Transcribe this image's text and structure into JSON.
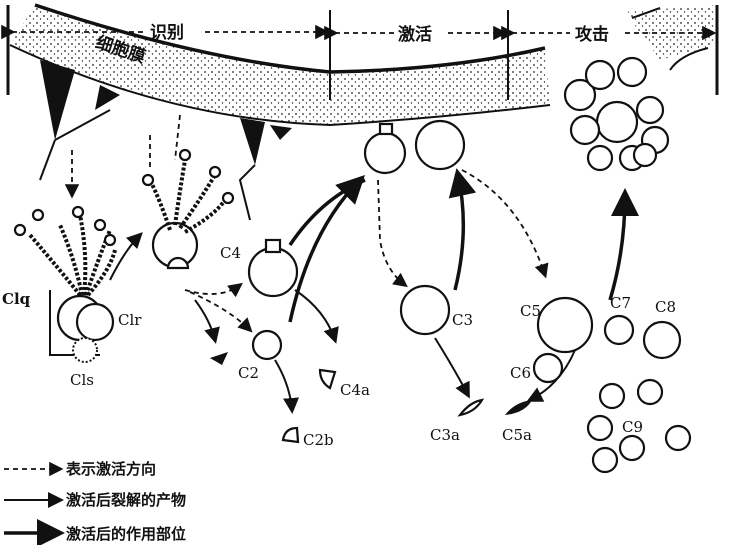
{
  "stages": {
    "recognition": "识别",
    "activation": "激活",
    "attack": "攻击"
  },
  "membrane_label": "细胞膜",
  "components": {
    "c1q": "Clq",
    "c1r": "Clr",
    "c1s": "Cls",
    "c4": "C4",
    "c2": "C2",
    "c4a": "C4a",
    "c2b": "C2b",
    "c3": "C3",
    "c3a": "C3a",
    "c5": "C5",
    "c5a": "C5a",
    "c6": "C6",
    "c7": "C7",
    "c8": "C8",
    "c9": "C9"
  },
  "legend": [
    {
      "style": "dashed",
      "label": "表示激活方向"
    },
    {
      "style": "thin",
      "label": "激活后裂解的产物"
    },
    {
      "style": "thick",
      "label": "激活后的作用部位"
    }
  ]
}
